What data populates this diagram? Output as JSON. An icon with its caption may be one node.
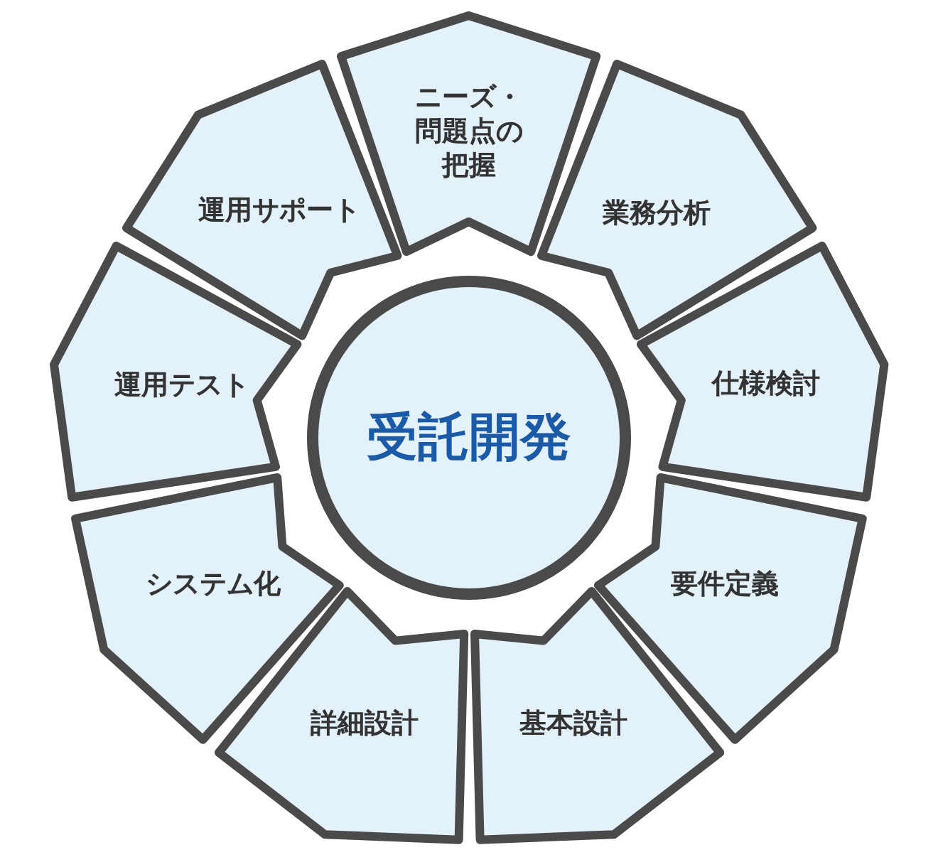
{
  "diagram": {
    "nodes": [
      {
        "text": [
          "受託開発"
        ]
      },
      {
        "text": [
          "ニーズ・問題点の把握"
        ]
      },
      {
        "text": [
          "業務分析"
        ]
      },
      {
        "text": [
          "仕様検討"
        ]
      },
      {
        "text": [
          "要件定義"
        ]
      },
      {
        "text": [
          "基本設計"
        ]
      },
      {
        "text": [
          "詳細設計"
        ]
      },
      {
        "text": [
          "システム化"
        ]
      },
      {
        "text": [
          "運用テスト"
        ]
      },
      {
        "text": [
          "運用サポート"
        ]
      }
    ]
  }
}
